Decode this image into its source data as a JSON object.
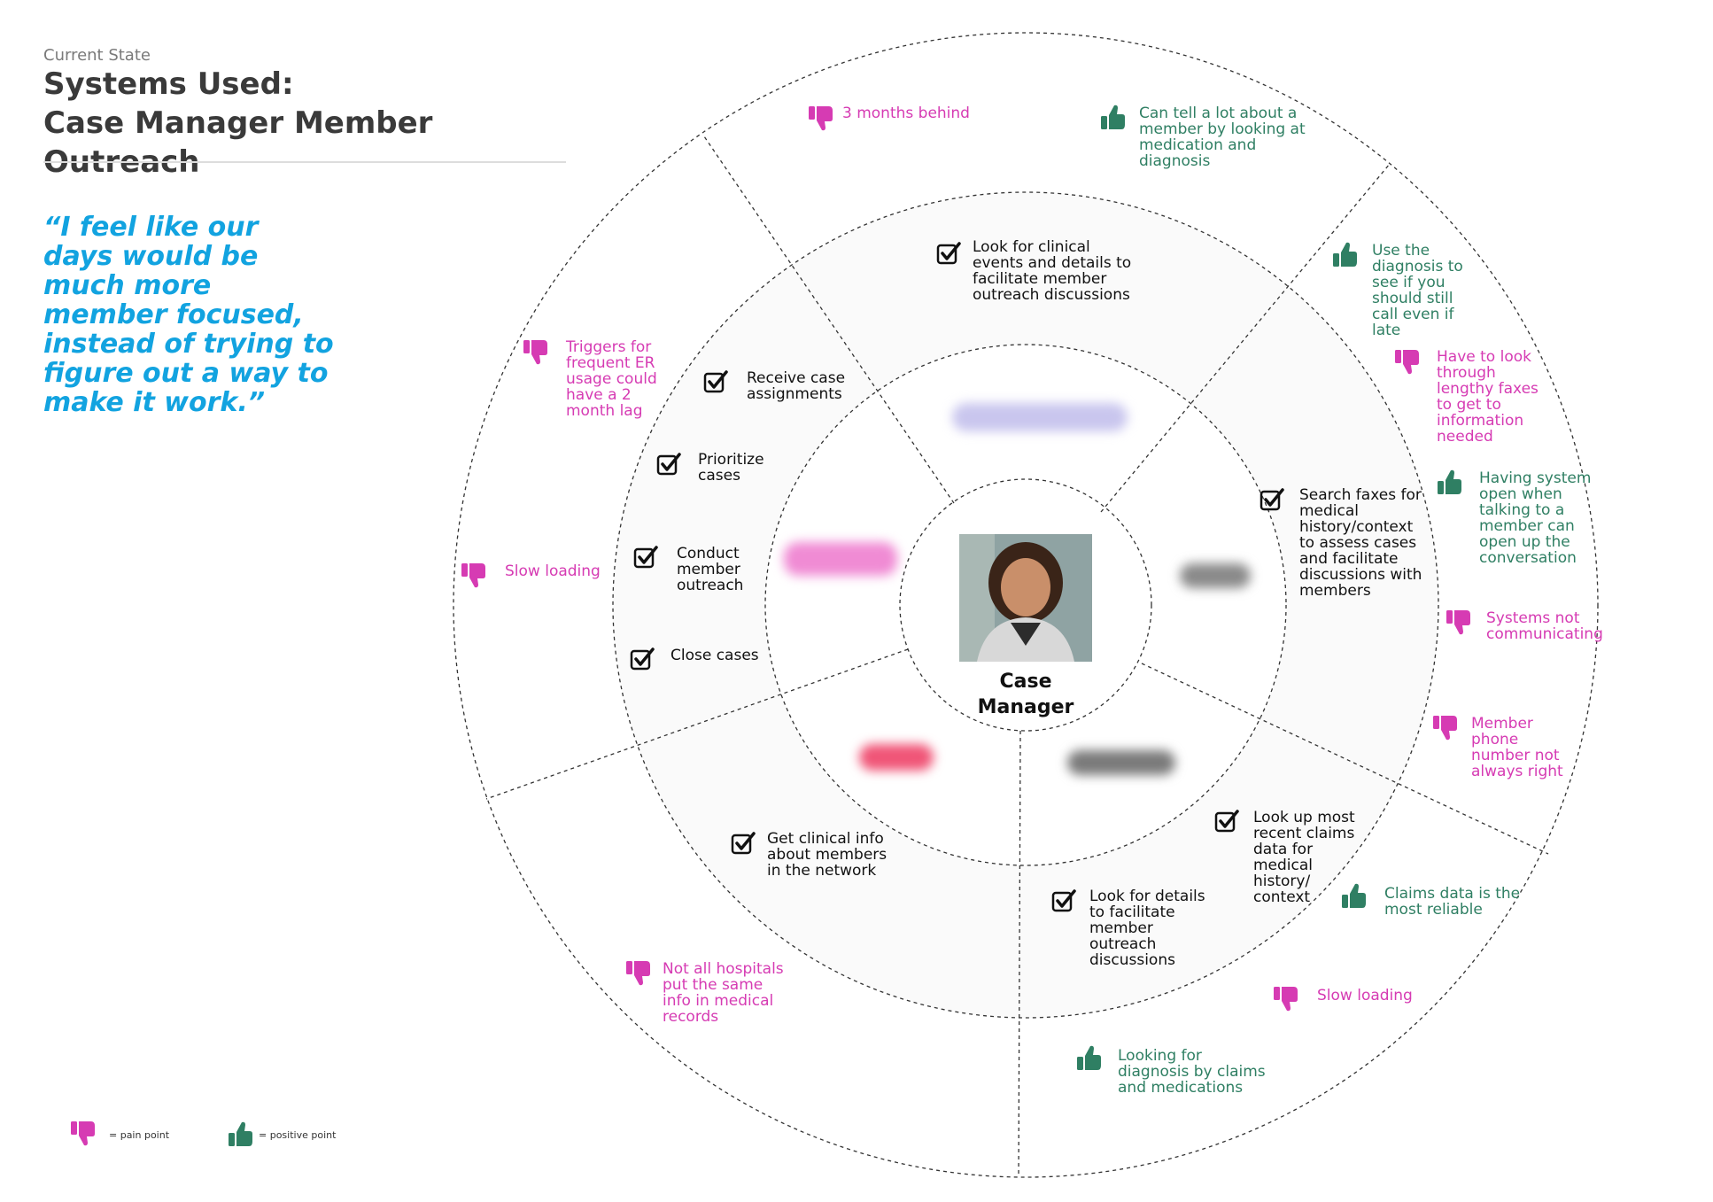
{
  "header": {
    "eyebrow": "Current State",
    "title_line1": "Systems Used:",
    "title_line2": "Case Manager Member Outreach"
  },
  "quote": "“I feel like our days would be much more member focused, instead of trying to figure out a way to make it work.”",
  "center": {
    "label": "Case Manager"
  },
  "tasks": [
    "Look for clinical events and details to facilitate member outreach discussions",
    "Receive case assignments",
    "Prioritize cases",
    "Conduct member outreach",
    "Close cases",
    "Search faxes for medical history/context to assess cases and facilitate discussions with members",
    "Get clinical info about members in the network",
    "Look up most recent claims data for medical history/ context",
    "Look for details to facilitate member outreach discussions"
  ],
  "notes": [
    {
      "type": "pain point",
      "text": "3 months behind"
    },
    {
      "type": "positive point",
      "text": "Can tell a lot about a member by looking at medication and diagnosis"
    },
    {
      "type": "positive point",
      "text": "Use the diagnosis to see if you should still call even if late"
    },
    {
      "type": "pain point",
      "text": "Have to look through lengthy faxes to get to information needed"
    },
    {
      "type": "positive point",
      "text": "Having system open when talking to a member can open up the conversation"
    },
    {
      "type": "pain point",
      "text": "Systems not communicating"
    },
    {
      "type": "pain point",
      "text": "Member phone number not always right"
    },
    {
      "type": "positive point",
      "text": "Claims data is the most reliable"
    },
    {
      "type": "pain point",
      "text": "Slow loading"
    },
    {
      "type": "positive point",
      "text": "Looking for diagnosis by claims and medications"
    },
    {
      "type": "pain point",
      "text": "Not all hospitals put the same info in medical records"
    },
    {
      "type": "pain point",
      "text": "Slow loading"
    },
    {
      "type": "pain point",
      "text": "Triggers for frequent ER usage could have a 2 month lag"
    }
  ],
  "legend": {
    "pain": "= pain point",
    "positive": "= positive point"
  },
  "colors": {
    "pain": "#d63bb3",
    "positive": "#2f7f63",
    "quote": "#12a3e0"
  }
}
